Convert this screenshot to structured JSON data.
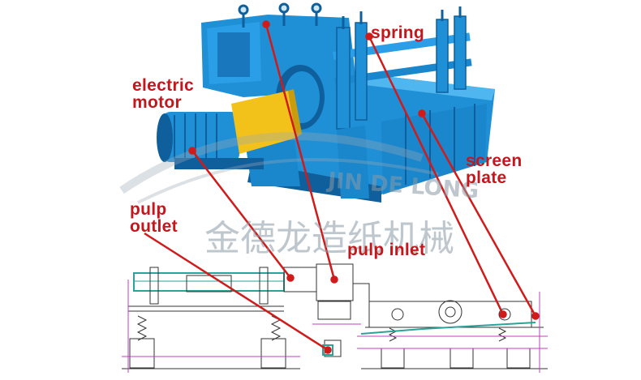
{
  "labels": {
    "electric_motor": "electric\nmotor",
    "spring": "spring",
    "screen_plate": "screen\nplate",
    "pulp_outlet": "pulp\noutlet",
    "pulp_inlet": "pulp inlet"
  },
  "watermark": {
    "latin": "JIN DE LONG",
    "chinese": "金德龙造纸机械"
  },
  "colors": {
    "machine_blue": "#1f8fd6",
    "machine_dark": "#0f5f9c",
    "motor_yellow": "#f2c21a",
    "label_red": "#c4161c",
    "leader_red": "#d11a1a",
    "drawing_teal": "#2aa39a",
    "drawing_magenta": "#c040c0",
    "drawing_line": "#333333"
  }
}
